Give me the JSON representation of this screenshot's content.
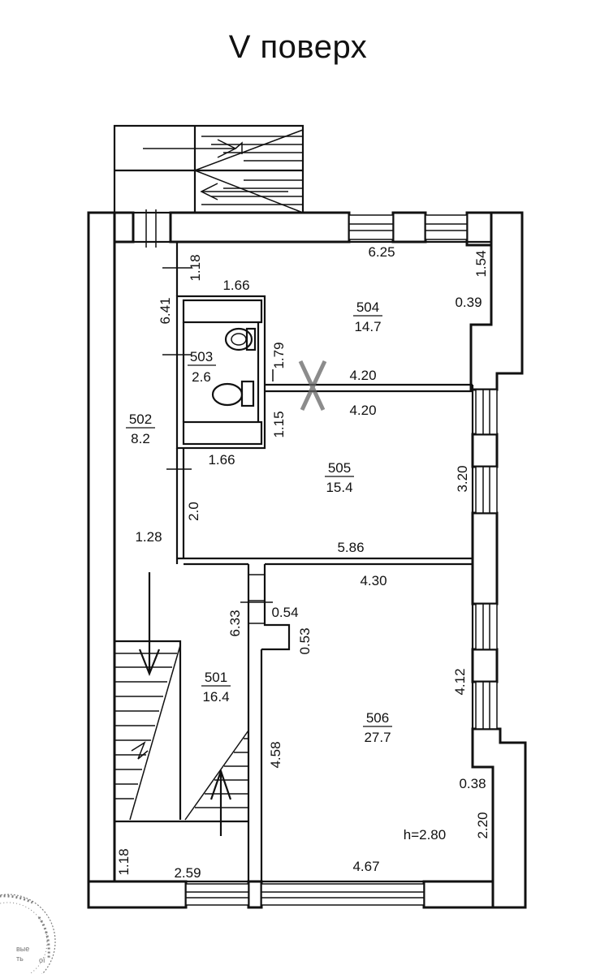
{
  "page": {
    "title": "V поверх"
  },
  "rooms": [
    {
      "id": "504",
      "number": "504",
      "area": "14.7"
    },
    {
      "id": "503",
      "number": "503",
      "area": "2.6"
    },
    {
      "id": "502",
      "number": "502",
      "area": "8.2"
    },
    {
      "id": "505",
      "number": "505",
      "area": "15.4"
    },
    {
      "id": "501",
      "number": "501",
      "area": "16.4"
    },
    {
      "id": "506",
      "number": "506",
      "area": "27.7"
    }
  ],
  "dimensions": {
    "d_6_25": "6.25",
    "d_1_54": "1.54",
    "d_0_39": "0.39",
    "d_1_18_top": "1.18",
    "d_1_66_top": "1.66",
    "d_6_41": "6.41",
    "d_1_79": "1.79",
    "d_4_20_a": "4.20",
    "d_4_20_b": "4.20",
    "d_1_15": "1.15",
    "d_1_66_bottom": "1.66",
    "d_3_20": "3.20",
    "d_2_0": "2.0",
    "d_1_28": "1.28",
    "d_5_86": "5.86",
    "d_4_30": "4.30",
    "d_0_54": "0.54",
    "d_6_33": "6.33",
    "d_0_53": "0.53",
    "d_4_12": "4.12",
    "d_4_58": "4.58",
    "d_0_38": "0.38",
    "d_2_20": "2.20",
    "d_1_18_bottom": "1.18",
    "d_2_59": "2.59",
    "d_4_67": "4.67"
  },
  "ceiling_height": "h=2.80",
  "stamp": {
    "text_1": "вые",
    "text_2": "ть",
    "text_3": "ої"
  }
}
